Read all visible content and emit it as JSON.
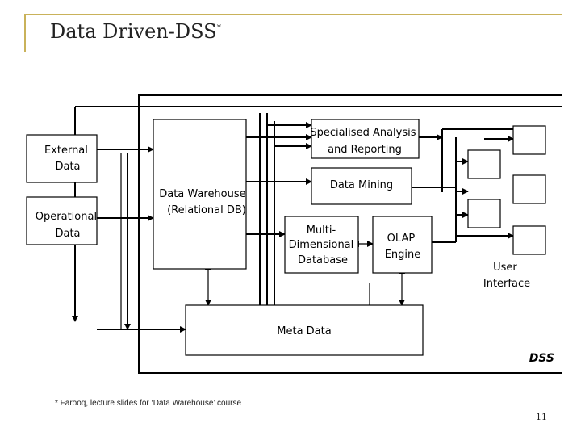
{
  "slide": {
    "title": "Data Driven-DSS",
    "title_marker": "*",
    "footnote": "* Farooq, lecture slides for ‘Data Warehouse’ course",
    "page_number": "11"
  },
  "diagram": {
    "external_data": [
      "External",
      "Data"
    ],
    "operational_data": [
      "Operational",
      "Data"
    ],
    "data_warehouse": [
      "Data Warehouse",
      "(Relational DB)"
    ],
    "specialised_analysis": [
      "Specialised Analysis",
      "and Reporting"
    ],
    "data_mining": [
      "Data Mining"
    ],
    "multidimensional_db": [
      "Multi-",
      "Dimensional",
      "Database"
    ],
    "olap_engine": [
      "OLAP",
      "Engine"
    ],
    "meta_data": [
      "Meta Data"
    ],
    "user_interface": [
      "User",
      "Interface"
    ],
    "dss_label": "DSS"
  }
}
